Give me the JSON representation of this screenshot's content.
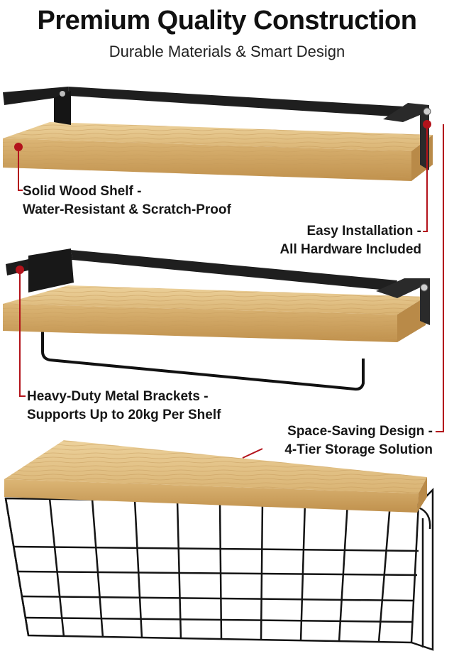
{
  "header": {
    "title": "Premium Quality Construction",
    "subtitle": "Durable Materials & Smart Design"
  },
  "callouts": {
    "wood": {
      "line1": "Solid Wood Shelf -",
      "line2": "Water-Resistant & Scratch-Proof"
    },
    "install": {
      "line1": "Easy Installation -",
      "line2": "All Hardware Included"
    },
    "brackets": {
      "line1": "Heavy-Duty Metal Brackets -",
      "line2": "Supports Up to 20kg Per Shelf"
    },
    "space": {
      "line1": "Space-Saving Design -",
      "line2": "4-Tier Storage Solution"
    }
  },
  "colors": {
    "accent": "#b3131b",
    "wood_light": "#e4c48a",
    "wood_dark": "#c99a55",
    "metal": "#1c1c1c"
  }
}
